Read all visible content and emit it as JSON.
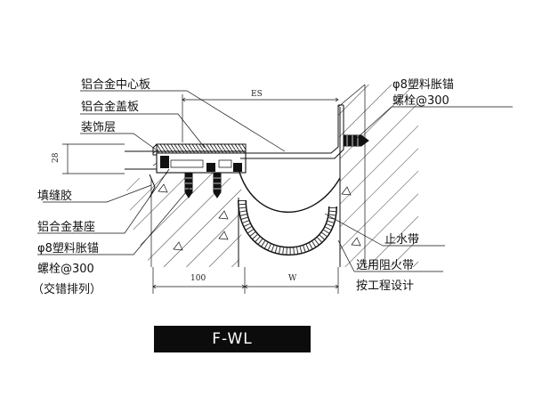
{
  "labels": {
    "center_plate": "铝合金中心板",
    "cover_plate": "铝合金盖板",
    "finish_layer": "装饰层",
    "joint_filler": "填缝胶",
    "base_seat": "铝合金基座",
    "anchor_left_1": "φ8塑料胀锚",
    "anchor_left_2": "螺栓@300",
    "anchor_left_3": "（交错排列）",
    "anchor_right_1": "φ8塑料胀锚",
    "anchor_right_2": "螺栓@300",
    "waterstop": "止水带",
    "fire_barrier_1": "选用阻火带",
    "fire_barrier_2": "按工程设计"
  },
  "dimensions": {
    "es": "ES",
    "height": "28",
    "base_width": "100",
    "gap": "W"
  },
  "model_code": "F-WL"
}
